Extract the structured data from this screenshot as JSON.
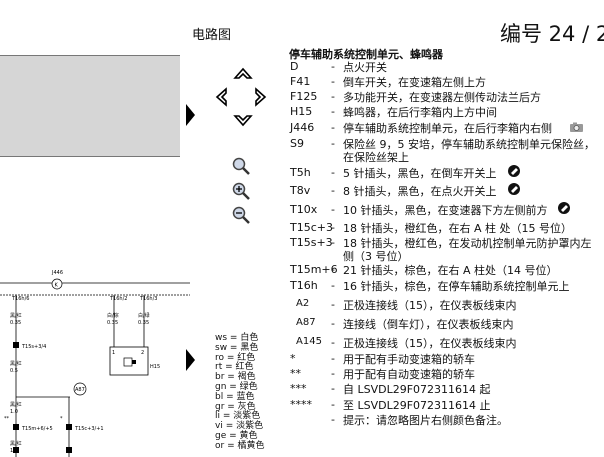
{
  "header": {
    "title": "电路图",
    "number": "编号  24 / 2"
  },
  "legend": {
    "heading": "停车辅助系统控制单元、蜂鸣器",
    "entries": [
      {
        "code": "D",
        "desc": [
          "点火开关"
        ]
      },
      {
        "code": "F41",
        "desc": [
          "倒车开关，在变速箱左侧上方"
        ]
      },
      {
        "code": "F125",
        "desc": [
          "多功能开关，在变速器左侧传动法兰后方"
        ]
      },
      {
        "code": "H15",
        "desc": [
          "蜂鸣器，在后行李箱内上方中间"
        ]
      },
      {
        "code": "J446",
        "desc": [
          "停车辅助系统控制单元，在后行李箱内右侧"
        ]
      },
      {
        "code": "S9",
        "desc": [
          "保险丝 9，5 安培，停车辅助系统控制单元保险丝，",
          "在保险丝架上"
        ]
      },
      {
        "code": "T5h",
        "desc": [
          "5 针插头，黑色，在倒车开关上"
        ]
      },
      {
        "code": "T8v",
        "desc": [
          "8 针插头，黑色，在点火开关上"
        ]
      },
      {
        "code": "T10x",
        "desc": [
          "10 针插头，黑色，在变速器下方左侧前方"
        ]
      },
      {
        "code": "T15c+3",
        "desc": [
          "18 针插头，橙红色，在右 A 柱 处（15 号位）"
        ]
      },
      {
        "code": "T15s+3",
        "desc": [
          "18 针插头，橙红色，在发动机控制单元防护罩内左",
          "侧（3 号位）"
        ]
      },
      {
        "code": "T15m+6",
        "desc": [
          "21 针插头，棕色，在右 A 柱处（14 号位）"
        ]
      },
      {
        "code": "T16h",
        "desc": [
          "16 针插头，棕色，在停车辅助系统控制单元上"
        ]
      },
      {
        "code": "A2",
        "desc": [
          "正极连接线（15），在仪表板线束内"
        ]
      },
      {
        "code": "A87",
        "desc": [
          "连接线（倒车灯），在仪表板线束内"
        ]
      },
      {
        "code": "A145",
        "desc": [
          "正极连接线（15），在仪表板线束内"
        ]
      },
      {
        "code": "*",
        "desc": [
          "用于配有手动变速箱的轿车"
        ]
      },
      {
        "code": "**",
        "desc": [
          "用于配有自动变速箱的轿车"
        ]
      },
      {
        "code": "***",
        "desc": [
          "自 LSVDL29F072311614 起"
        ]
      },
      {
        "code": "****",
        "desc": [
          "至 LSVDL29F072311614 止"
        ]
      },
      {
        "code": "",
        "desc": [
          "提示：请忽略图片右侧颜色备注。"
        ]
      }
    ]
  },
  "colors": [
    "ws = 白色",
    "sw = 黑色",
    "ro = 红色",
    "rt = 红色",
    "br = 褐色",
    "gn = 绿色",
    "bl = 蓝色",
    "gr = 灰色",
    "li = 淡紫色",
    "vi = 淡紫色",
    "ge = 黄色",
    "or = 橘黄色"
  ],
  "circuit": {
    "unit_label": "J446",
    "unit_symbol": "K",
    "connector_labels": [
      "T16h/6",
      "T16h/2",
      "T16h/3"
    ],
    "wire_labels": [
      "黑/红",
      "0.35",
      "白/棕",
      "0.35",
      "白/绿",
      "0.35",
      "黑/红",
      "0.5",
      "黑/红",
      "1.0",
      "黑/红",
      "1.0"
    ],
    "terminal_labels": [
      "T15s+3/4",
      "T15m+6/+5",
      "T15c+3/+1",
      "H15",
      "1",
      "2"
    ],
    "node_label": "A87",
    "stars": [
      "**",
      "*"
    ]
  }
}
